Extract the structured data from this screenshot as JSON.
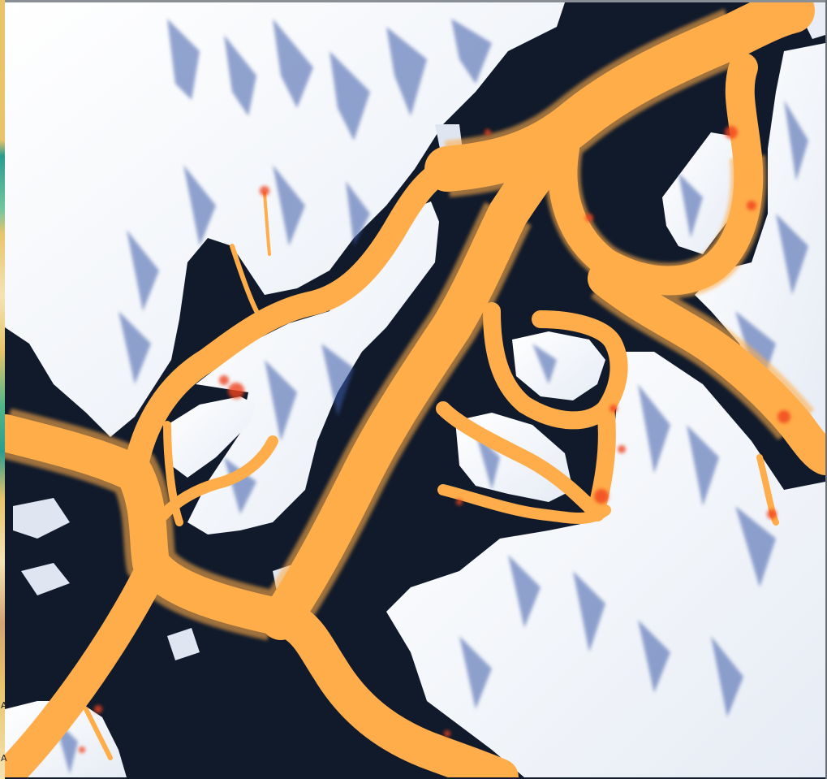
{
  "map": {
    "kind": "satellite-imagery-with-vessel-density-overlay",
    "colors": {
      "water": "#101a2b",
      "snow": "#f4f7fb",
      "rock_shadow": "#3b5aa8",
      "track_density": "#ffad4a",
      "track_hotspot": "#f0421e"
    }
  },
  "edge_glyphs": {
    "glyph_a": "A",
    "glyph_b": "A"
  }
}
